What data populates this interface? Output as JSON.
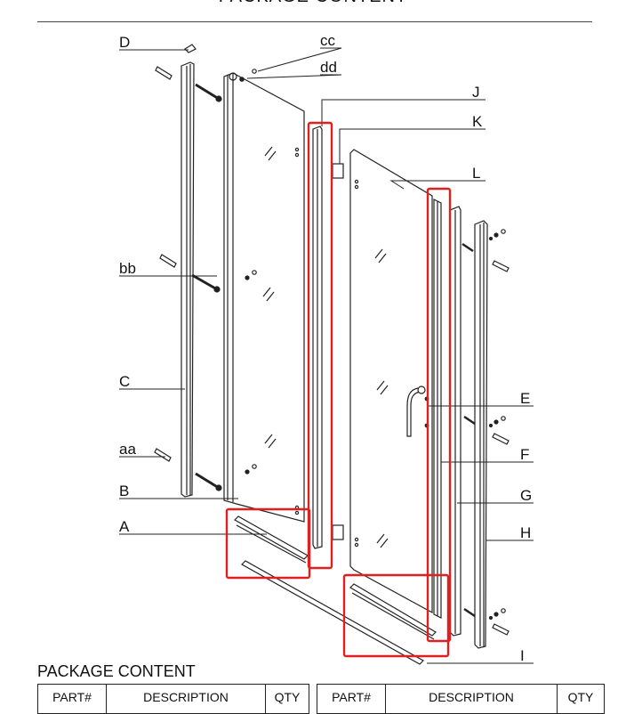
{
  "header": {
    "title": "PACKAGE CONTENT"
  },
  "labels": {
    "D": "D",
    "cc": "cc",
    "dd": "dd",
    "J": "J",
    "K": "K",
    "L": "L",
    "bb": "bb",
    "C": "C",
    "aa": "aa",
    "B": "B",
    "A": "A",
    "E": "E",
    "F": "F",
    "G": "G",
    "H": "H",
    "I": "I"
  },
  "section": {
    "title": "PACKAGE CONTENT"
  },
  "table": {
    "columns": [
      "PART#",
      "DESCRIPTION",
      "QTY"
    ]
  },
  "colors": {
    "highlight": "#e02020",
    "line": "#222222"
  }
}
